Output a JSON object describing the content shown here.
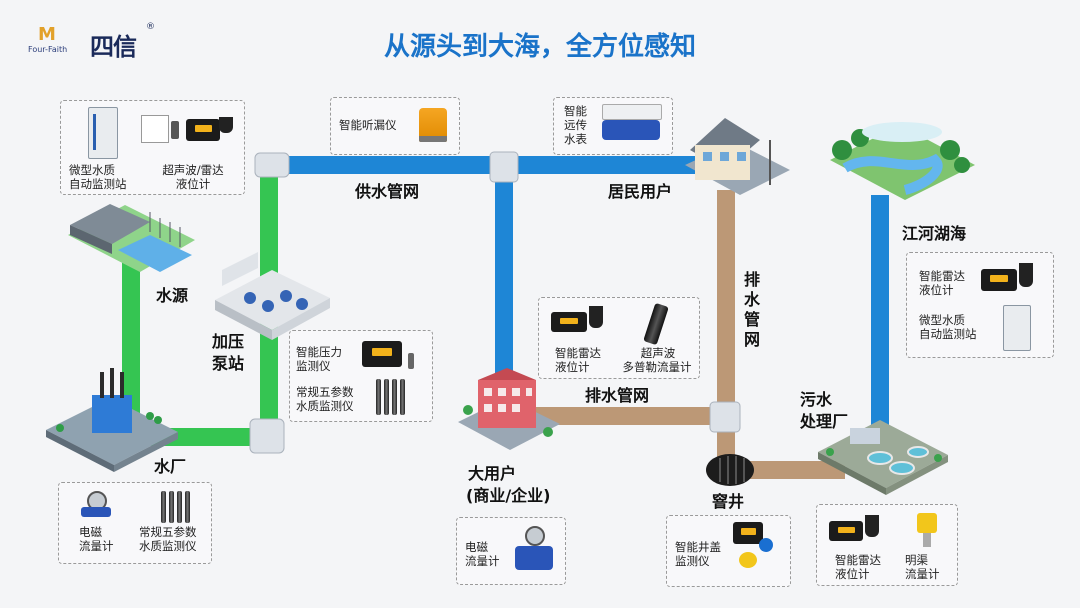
{
  "title": "从源头到大海，全方位感知",
  "logo": {
    "mark": "M",
    "brand_en": "Four-Faith",
    "brand_cn": "四信",
    "registered": "®"
  },
  "nodes": {
    "water_source": "水源",
    "pump_station_line1": "加压",
    "pump_station_line2": "泵站",
    "water_plant": "水厂",
    "supply_network": "供水管网",
    "residential": "居民用户",
    "large_user_line1": "大用户",
    "large_user_line2": "(商业/企业)",
    "drainage_network_h": "排水管网",
    "drainage_network_v": [
      "排",
      "水",
      "管",
      "网"
    ],
    "manhole": "窨井",
    "sewage_plant_line1": "污水",
    "sewage_plant_line2": "处理厂",
    "rivers": "江河湖海"
  },
  "devices": {
    "source_box": {
      "micro_station": [
        "微型水质",
        "自动监测站"
      ],
      "level_meter": [
        "超声波/雷达",
        "液位计"
      ]
    },
    "leak_box": {
      "leak_detector": "智能听漏仪"
    },
    "meter_box": {
      "smart_meter": [
        "智能",
        "远传",
        "水表"
      ]
    },
    "pressure_box": {
      "pressure": [
        "智能压力",
        "监测仪"
      ],
      "five_param": [
        "常规五参数",
        "水质监测仪"
      ]
    },
    "plant_box": {
      "em_flow": [
        "电磁",
        "流量计"
      ],
      "five_param": [
        "常规五参数",
        "水质监测仪"
      ]
    },
    "drain_box": {
      "radar_level": [
        "智能雷达",
        "液位计"
      ],
      "doppler": [
        "超声波",
        "多普勒流量计"
      ]
    },
    "user_box": {
      "em_flow": [
        "电磁",
        "流量计"
      ]
    },
    "manhole_box": {
      "cover": [
        "智能井盖",
        "监测仪"
      ]
    },
    "sewage_box": {
      "radar_level": [
        "智能雷达",
        "液位计"
      ],
      "open_channel": [
        "明渠",
        "流量计"
      ]
    },
    "river_box": {
      "radar_level": [
        "智能雷达",
        "液位计"
      ],
      "micro_station": [
        "微型水质",
        "自动监测站"
      ]
    }
  },
  "colors": {
    "clean_pipe": "#1e86d6",
    "raw_pipe": "#2fbf4f",
    "drain_pipe": "#b89575",
    "title": "#1a73c9"
  }
}
